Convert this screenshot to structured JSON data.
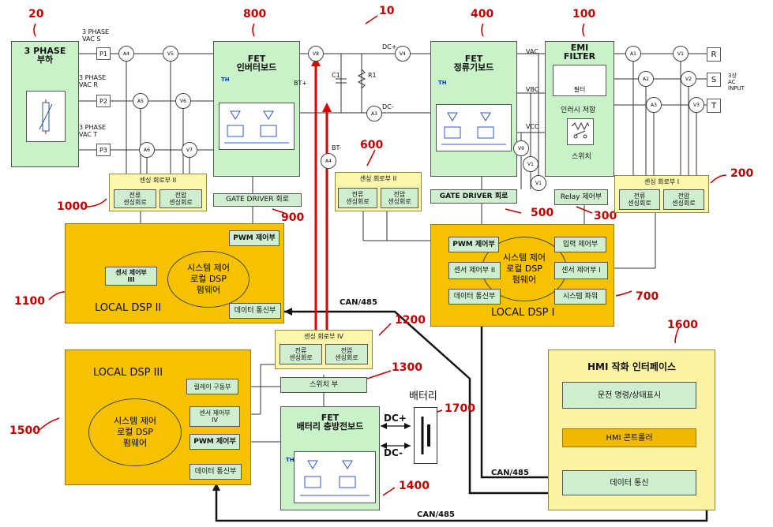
{
  "numbers": {
    "n10": "10",
    "n20": "20",
    "n100": "100",
    "n200": "200",
    "n300": "300",
    "n400": "400",
    "n500": "500",
    "n600": "600",
    "n700": "700",
    "n800": "800",
    "n900": "900",
    "n1000": "1000",
    "n1100": "1100",
    "n1200": "1200",
    "n1300": "1300",
    "n1400": "1400",
    "n1500": "1500",
    "n1600": "1600",
    "n1700": "1700"
  },
  "load": {
    "title": "3 PHASE\n부하"
  },
  "phases": {
    "s": "3 PHASE\nVAC S",
    "r": "3 PHASE\nVAC R",
    "t": "3 PHASE\nVAC T",
    "p1": "P1",
    "p2": "P2",
    "p3": "P3"
  },
  "inverter": {
    "title": "FET\n인버터보드",
    "th": "TH"
  },
  "rectifier": {
    "title": "FET\n정류기보드",
    "th": "TH"
  },
  "charger": {
    "title": "FET\n배터리 충방전보드",
    "th": "TH"
  },
  "emi": {
    "title": "EMI\nFILTER",
    "filter": "필터",
    "inrush": "인러시 저항",
    "switch": "스위치"
  },
  "input": {
    "r": "R",
    "s": "S",
    "t": "T",
    "label": "3상\nAC\nINPUT"
  },
  "bus": {
    "c1": "C1",
    "r1": "R1",
    "dcp": "DC+",
    "dcm": "DC-",
    "btp": "BT+",
    "btm": "BT-",
    "vac": "VAC",
    "vbc": "VBC",
    "vcc": "VCC"
  },
  "sensing": {
    "s2": "센싱 회로부 II",
    "s3": "센싱 회로부 II",
    "s1": "센싱 회로부 I",
    "s4": "센싱 회로부 IV",
    "current": "전류\n센싱회로",
    "voltage": "전압\n센싱회로"
  },
  "gate": {
    "g1": "GATE DRIVER 회로",
    "g2": "GATE DRIVER 회로",
    "relay": "Relay 제어부"
  },
  "dsp2": {
    "title": "LOCAL DSP II",
    "pwm": "PWM 제어부",
    "sensor": "센서 제어부\nIII",
    "comm": "데이터 통신부",
    "core": "시스템 제어\n로컬 DSP\n펌웨어"
  },
  "dsp1": {
    "title": "LOCAL DSP I",
    "pwm": "PWM 제어부",
    "input": "입력 제어부",
    "sensor2": "센서 제어부 II",
    "sensor1": "센서 제어부 I",
    "comm": "데이터 통신부",
    "power": "시스템 파워",
    "core": "시스템 제어\n로컬 DSP\n펌웨어"
  },
  "dsp3": {
    "title": "LOCAL DSP III",
    "relay": "릴레이 구동부",
    "sensor": "센서 제어부\nIV",
    "pwm": "PWM 제어부",
    "comm": "데이터 통신부",
    "core": "시스템 제어\n로컬 DSP\n펌웨어"
  },
  "switchbox": "스위치 부",
  "battery": {
    "label": "배터리",
    "dcp": "DC+",
    "dcm": "DC-"
  },
  "hmi": {
    "title": "HMI 작화 인터페이스",
    "run": "운전 명령/상태표시",
    "ctrl": "HMI 콘트롤러",
    "comm": "데이터 통신"
  },
  "can": {
    "c1": "CAN/485",
    "c2": "CAN/485",
    "c3": "CAN/485"
  },
  "meters": [
    "A4",
    "V5",
    "A5",
    "V6",
    "A6",
    "V7",
    "V8",
    "A3",
    "A4",
    "V4",
    "V9",
    "V1",
    "V1",
    "A1",
    "V1",
    "A2",
    "V2",
    "A3",
    "V3"
  ]
}
